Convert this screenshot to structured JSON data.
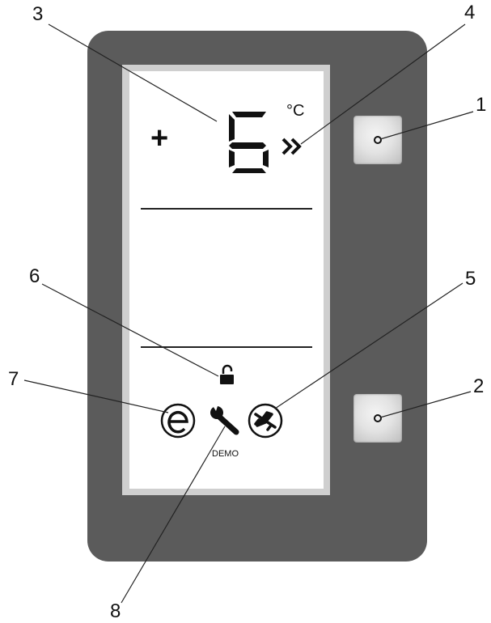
{
  "display": {
    "sign": "+",
    "temperature": "6",
    "unit": "°C",
    "demo_label": "DEMO"
  },
  "callouts": {
    "c1": "1",
    "c2": "2",
    "c3": "3",
    "c4": "4",
    "c5": "5",
    "c6": "6",
    "c7": "7",
    "c8": "8"
  },
  "icons": {
    "fast_mode": "double-chevron-icon",
    "lock": "padlock-open-icon",
    "eco": "eco-e-icon",
    "demo": "wrench-icon",
    "holiday": "airplane-icon"
  },
  "colors": {
    "panel": "#5b5b5b",
    "screen": "#ffffff",
    "ink": "#111111"
  }
}
